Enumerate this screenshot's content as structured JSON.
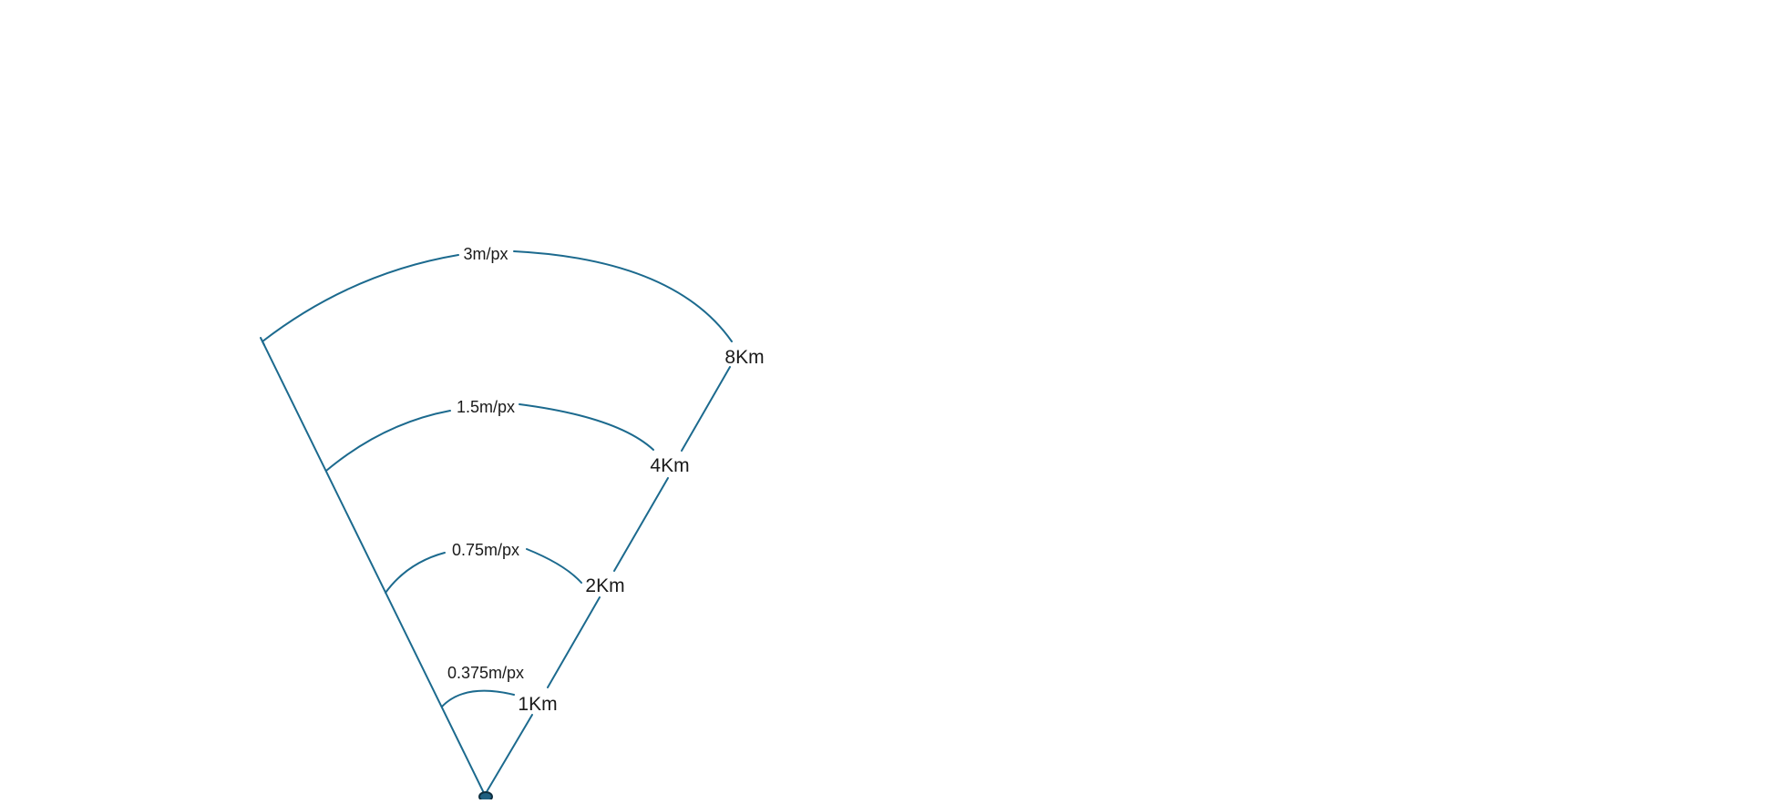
{
  "colors": {
    "line": "#1c6a8e",
    "origin_fill": "#1f5f80",
    "origin_stroke": "#0e2f40",
    "text": "#1a1a1a",
    "background": "#ffffff"
  },
  "rings": [
    {
      "distance_label": "1Km",
      "resolution_label": "0.375m/px"
    },
    {
      "distance_label": "2Km",
      "resolution_label": "0.75m/px"
    },
    {
      "distance_label": "4Km",
      "resolution_label": "1.5m/px"
    },
    {
      "distance_label": "8Km",
      "resolution_label": "3m/px"
    }
  ]
}
